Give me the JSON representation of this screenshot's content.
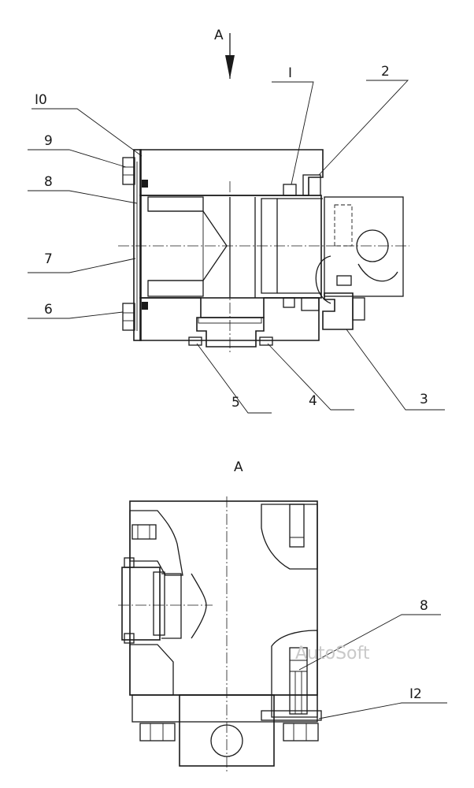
{
  "view_arrow_label": "A",
  "section_view_title": "A",
  "callouts": {
    "c1": "I",
    "c2": "2",
    "c3": "3",
    "c4": "4",
    "c5": "5",
    "c6": "6",
    "c7": "7",
    "c8": "8",
    "c9": "9",
    "c10": "I0",
    "c8_lower": "8",
    "c12": "I2"
  },
  "watermark": "AutoSoft"
}
